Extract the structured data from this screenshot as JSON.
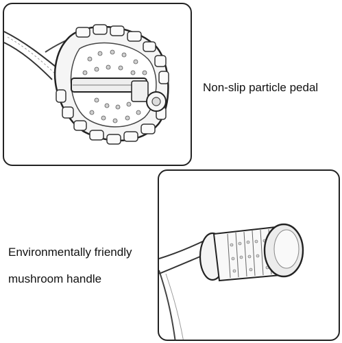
{
  "captions": {
    "pedal": "Non-slip particle pedal",
    "handle_line1": "Environmentally friendly",
    "handle_line2": "mushroom handle"
  },
  "illustrations": {
    "top": "pedal-sketch",
    "bottom": "handle-sketch"
  }
}
